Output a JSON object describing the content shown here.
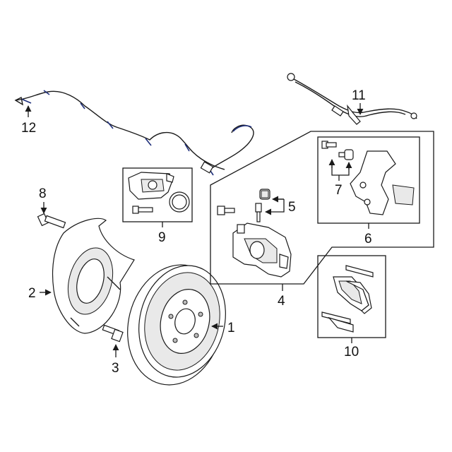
{
  "callouts": {
    "c1": "1",
    "c2": "2",
    "c3": "3",
    "c4": "4",
    "c5": "5",
    "c6": "6",
    "c7": "7",
    "c8": "8",
    "c9": "9",
    "c10": "10",
    "c11": "11",
    "c12": "12"
  },
  "colors": {
    "wire_accent": "#1f2f7a",
    "line": "#1a1a1a",
    "background": "#ffffff"
  }
}
